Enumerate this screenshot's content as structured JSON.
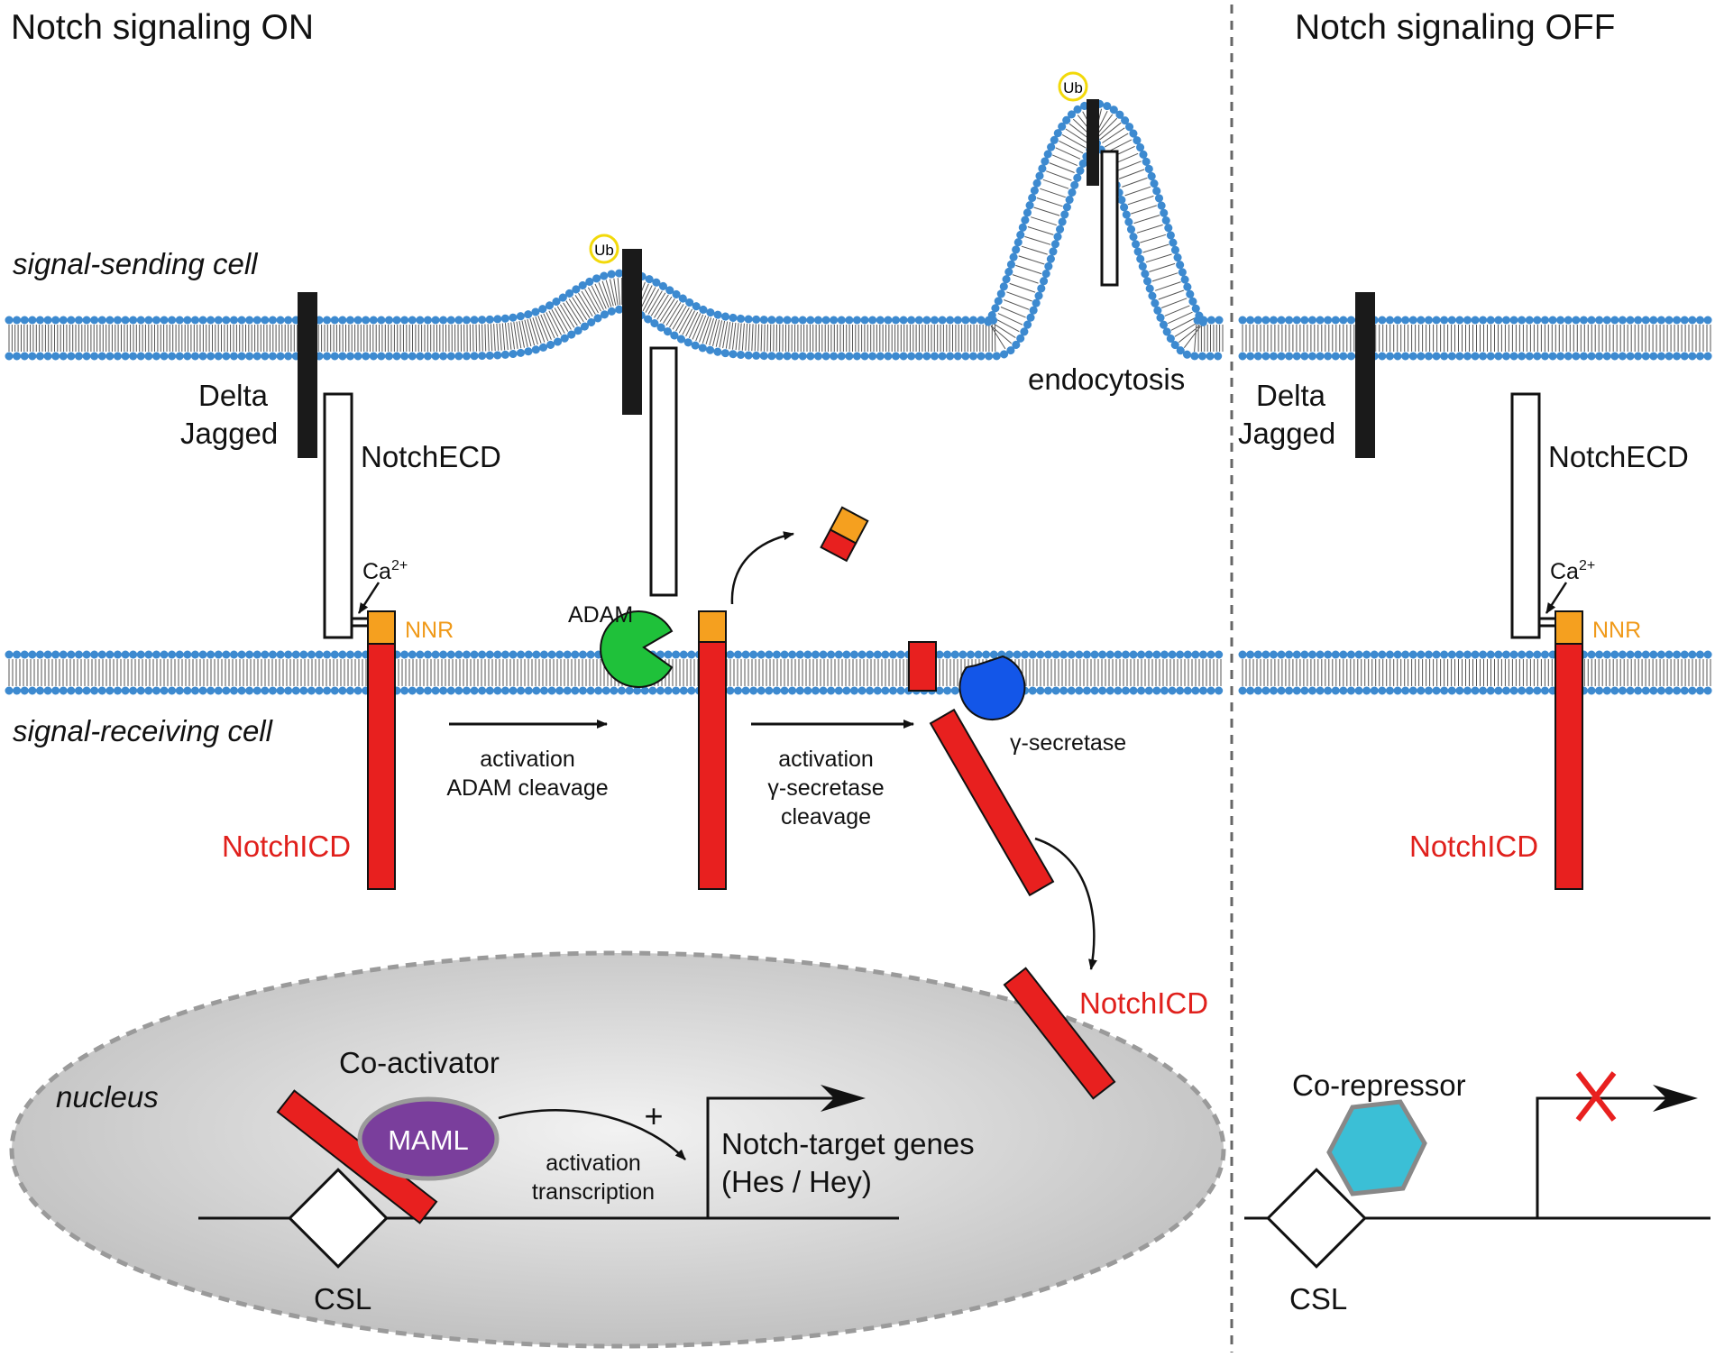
{
  "panels": {
    "on_title": "Notch signaling ON",
    "off_title": "Notch signaling OFF"
  },
  "labels": {
    "signal_sending_cell": "signal-sending cell",
    "signal_receiving_cell": "signal-receiving cell",
    "delta": "Delta",
    "jagged": "Jagged",
    "notch_ecd": "NotchECD",
    "ca": "Ca",
    "ca_sup": "2+",
    "nnr": "NNR",
    "notch_icd": "NotchICD",
    "adam": "ADAM",
    "gamma_secretase": "γ-secretase",
    "endocytosis": "endocytosis",
    "ub": "Ub",
    "step1_line1": "activation",
    "step1_line2": "ADAM cleavage",
    "step2_line1": "activation",
    "step2_line2": "γ-secretase",
    "step2_line3": "cleavage",
    "nucleus": "nucleus",
    "co_activator": "Co-activator",
    "maml": "MAML",
    "plus": "+",
    "transcription_line1": "activation",
    "transcription_line2": "transcription",
    "target_genes_line1": "Notch-target genes",
    "target_genes_line2": "(Hes / Hey)",
    "csl": "CSL",
    "co_repressor": "Co-repressor"
  },
  "colors": {
    "membrane_head": "#3d8ad0",
    "notch_icd_red": "#e8201f",
    "nnr_orange": "#f5a01f",
    "adam_green": "#1fc13a",
    "gamma_blue": "#1356e8",
    "maml_purple": "#7a3e9c",
    "co_repressor_cyan": "#3bbfd6",
    "ub_yellow": "#f2d90a",
    "inhibit_red": "#e8201f",
    "nucleus_gray": "#c8c8c8"
  },
  "icons": {
    "blocked_transcription": "x-mark-icon",
    "arrow": "arrow-right-icon"
  }
}
